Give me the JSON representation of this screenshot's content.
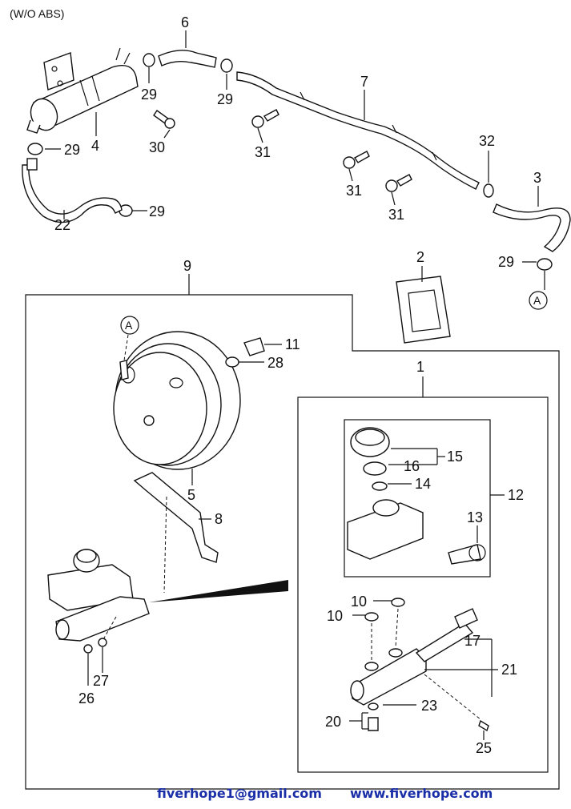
{
  "header": {
    "variant": "(W/O ABS)"
  },
  "callouts": {
    "c1": "1",
    "c2": "2",
    "c3": "3",
    "c4": "4",
    "c5": "5",
    "c6": "6",
    "c7": "7",
    "c8": "8",
    "c9": "9",
    "c10": "10",
    "c11": "11",
    "c12": "12",
    "c13": "13",
    "c14": "14",
    "c15": "15",
    "c16": "16",
    "c17": "17",
    "c20": "20",
    "c21": "21",
    "c22": "22",
    "c23": "23",
    "c25": "25",
    "c26": "26",
    "c27": "27",
    "c28": "28",
    "c29": "29",
    "c30": "30",
    "c31": "31",
    "c32": "32",
    "refA": "A"
  },
  "footer": {
    "email": "fiverhope1@gmail.com",
    "website": "www.fiverhope.com"
  },
  "colors": {
    "footer_text": "#1a2ea8",
    "line": "#111111"
  }
}
